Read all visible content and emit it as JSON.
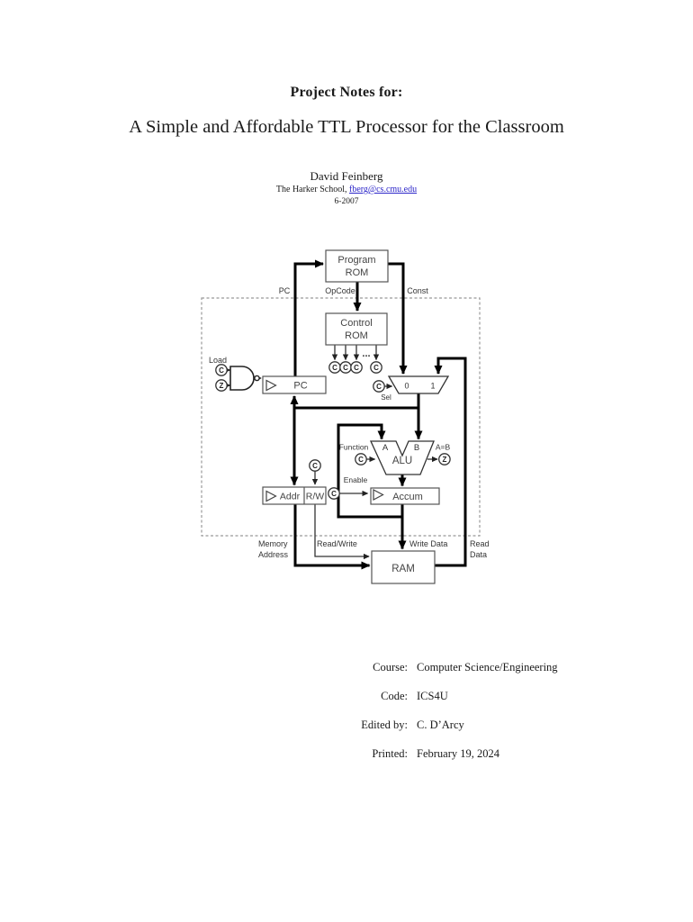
{
  "header": {
    "kicker": "Project Notes for:",
    "title": "A Simple and Affordable TTL Processor for the Classroom",
    "author": "David Feinberg",
    "affiliation_prefix": "The Harker School, ",
    "email": "fberg@cs.cmu.edu",
    "date": "6-2007"
  },
  "diagram": {
    "boxes": {
      "program": "Program",
      "rom": "ROM",
      "control": "Control",
      "pc": "PC",
      "addr": "Addr",
      "rw": "R/W",
      "accum": "Accum",
      "ram": "RAM"
    },
    "labels": {
      "pc_bus": "PC",
      "opcode": "OpCode",
      "const": "Const",
      "load": "Load",
      "sel": "Sel",
      "mux0": "0",
      "mux1": "1",
      "alu_a": "A",
      "alu_b": "B",
      "alu": "ALU",
      "function": "Function",
      "a_eq_b": "A=B",
      "enable": "Enable",
      "memory": "Memory",
      "address": "Address",
      "read_write": "Read/Write",
      "write_data": "Write Data",
      "read": "Read",
      "data": "Data",
      "dots": "..."
    },
    "signals": {
      "c": "C",
      "z": "Z"
    }
  },
  "footer": {
    "rows": [
      {
        "label": "Course:",
        "value": "Computer Science/Engineering"
      },
      {
        "label": "Code:",
        "value": "ICS4U"
      },
      {
        "label": "Edited by:",
        "value": "C. D’Arcy"
      },
      {
        "label": "Printed:",
        "value": "February 19, 2024"
      }
    ]
  }
}
